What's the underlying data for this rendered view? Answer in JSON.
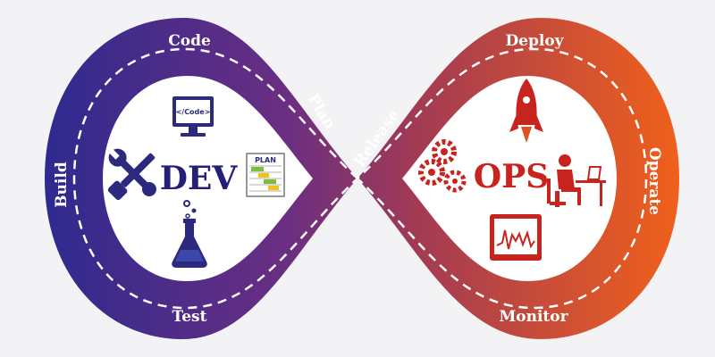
{
  "diagram": {
    "stages": {
      "code": "Code",
      "plan": "Plan",
      "build": "Build",
      "test": "Test",
      "release": "Release",
      "deploy": "Deploy",
      "operate": "Operate",
      "monitor": "Monitor"
    },
    "dev_label": "DEV",
    "ops_label": "OPS",
    "code_icon_text": "</Code>",
    "plan_icon_text": "PLAN"
  },
  "colors": {
    "dev": "#3b2a8c",
    "dev_text": "#24207a",
    "ops": "#e0501c",
    "ops_icon": "#c8231c",
    "background": "#f3f3f5",
    "inner": "#ffffff"
  },
  "icons": [
    "wrench-screwdriver-icon",
    "monitor-code-icon",
    "plan-chart-icon",
    "flask-icon",
    "gears-icon",
    "rocket-icon",
    "operator-desk-icon",
    "monitor-graph-icon"
  ]
}
